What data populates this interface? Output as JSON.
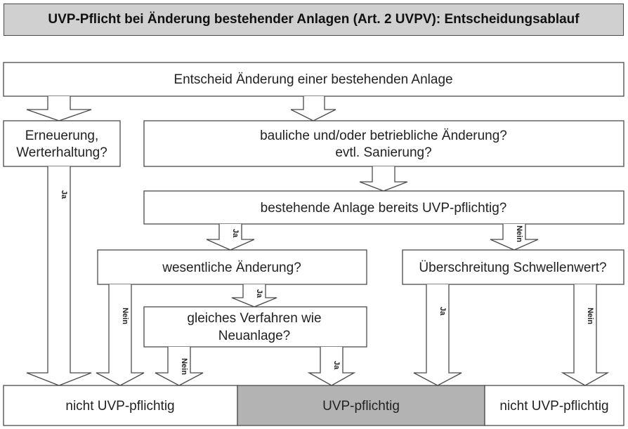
{
  "title": "UVP-Pflicht bei Änderung bestehender Anlagen (Art. 2 UVPV): Entscheidungsablauf",
  "nodes": {
    "entscheid": "Entscheid Änderung einer bestehenden Anlage",
    "erneuerung": [
      "Erneuerung,",
      "Werterhaltung?"
    ],
    "baulich": [
      "bauliche und/oder betriebliche Änderung?",
      "evtl. Sanierung?"
    ],
    "bestehend": "bestehende Anlage bereits UVP-pflichtig?",
    "wesentlich": "wesentliche Änderung?",
    "ueberschreitung": "Überschreitung Schwellenwert?",
    "verfahren": [
      "gleiches Verfahren wie",
      "Neuanlage?"
    ]
  },
  "outcomes": {
    "left": "nicht UVP-pflichtig",
    "middle": "UVP-pflichtig",
    "right": "nicht UVP-pflichtig"
  },
  "labels": {
    "ja": "Ja",
    "nein": "Nein"
  },
  "colors": {
    "line": "#4a4a4a",
    "title_fill": "#d0d0d0",
    "middle_outcome_fill": "#b3b3b3"
  }
}
